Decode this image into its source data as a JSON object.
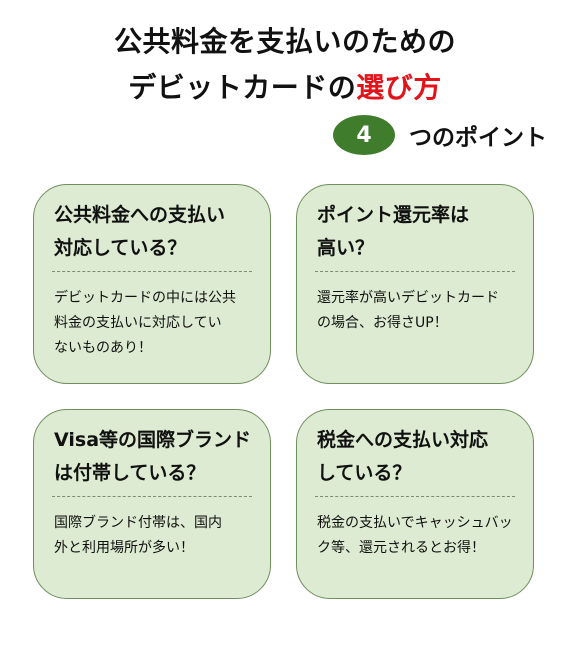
{
  "header": {
    "title_line1": "公共料金を支払いのための",
    "title_line2_prefix": "デビットカードの",
    "title_line2_accent": "選び方"
  },
  "count": {
    "value": "4",
    "label": "つのポイント"
  },
  "colors": {
    "accent": "#e0141a",
    "badge": "#3f7d2c",
    "card_bg": "#dcebd1",
    "card_border": "#6f8f5e"
  },
  "cards": [
    {
      "title": "公共料金への支払い\n対応している？",
      "body": "デビットカードの中には公共\n料金の支払いに対応してい\nないものあり！"
    },
    {
      "title": "ポイント還元率は\n高い？",
      "body": "還元率が高いデビットカード\nの場合、お得さUP！"
    },
    {
      "title": "Visa等の国際ブランド\nは付帯している？",
      "body": "国際ブランド付帯は、国内\n外と利用場所が多い！"
    },
    {
      "title": "税金への支払い対応\nしている？",
      "body": "税金の支払いでキャッシュバッ\nク等、還元されるとお得！"
    }
  ]
}
